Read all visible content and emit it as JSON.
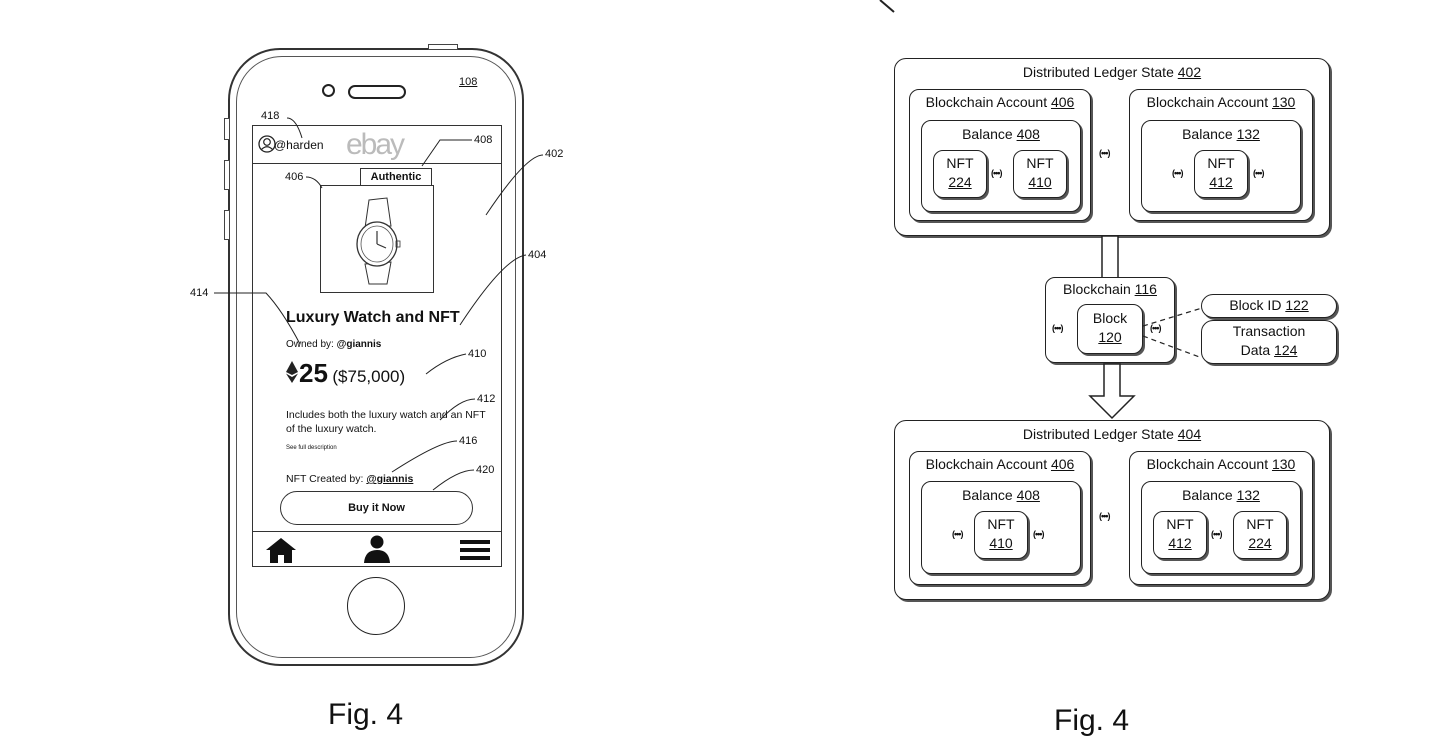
{
  "figure_left": {
    "label": "Fig. 4",
    "refs": {
      "device": "108",
      "handle": "418",
      "header": "408",
      "image": "406",
      "screen": "402",
      "title": "404",
      "owner": "414",
      "price": "410",
      "description": "412",
      "creator": "416",
      "buy": "420"
    },
    "app": {
      "handle": "@harden",
      "logo": "ebay",
      "badge": "Authentic",
      "title": "Luxury Watch and NFT",
      "owned_label": "Owned by: ",
      "owner": "@giannis",
      "price_eth": "25",
      "price_usd": "($75,000)",
      "description": "Includes both the luxury watch and an NFT of the luxury watch.",
      "see_full": "See full description",
      "created_label": "NFT Created by: ",
      "creator": "@giannis",
      "buy_label": "Buy it Now"
    },
    "tabs": [
      {
        "icon": "home-icon"
      },
      {
        "icon": "user-icon"
      },
      {
        "icon": "menu-icon"
      }
    ]
  },
  "figure_right": {
    "label": "Fig. 4",
    "state_top": {
      "title": "Distributed Ledger State ",
      "ref": "402",
      "account_a": {
        "title": "Blockchain Account ",
        "ref": "406",
        "balance": "Balance ",
        "balance_ref": "408",
        "nfts": [
          {
            "label": "NFT",
            "ref": "224"
          },
          {
            "label": "NFT",
            "ref": "410"
          }
        ]
      },
      "account_b": {
        "title": "Blockchain Account ",
        "ref": "130",
        "balance": "Balance ",
        "balance_ref": "132",
        "nfts": [
          {
            "label": "NFT",
            "ref": "412"
          }
        ]
      }
    },
    "blockchain": {
      "title": "Blockchain ",
      "ref": "116",
      "block": "Block",
      "block_ref": "120",
      "block_id": "Block ID ",
      "block_id_ref": "122",
      "tx_data_1": "Transaction",
      "tx_data_2": "Data ",
      "tx_data_ref": "124"
    },
    "state_bottom": {
      "title": "Distributed Ledger State ",
      "ref": "404",
      "account_a": {
        "title": "Blockchain Account ",
        "ref": "406",
        "balance": "Balance ",
        "balance_ref": "408",
        "nfts": [
          {
            "label": "NFT",
            "ref": "410"
          }
        ]
      },
      "account_b": {
        "title": "Blockchain Account ",
        "ref": "130",
        "balance": "Balance ",
        "balance_ref": "132",
        "nfts": [
          {
            "label": "NFT",
            "ref": "412"
          },
          {
            "label": "NFT",
            "ref": "224"
          }
        ]
      }
    },
    "link_glyph": "(•••)"
  }
}
